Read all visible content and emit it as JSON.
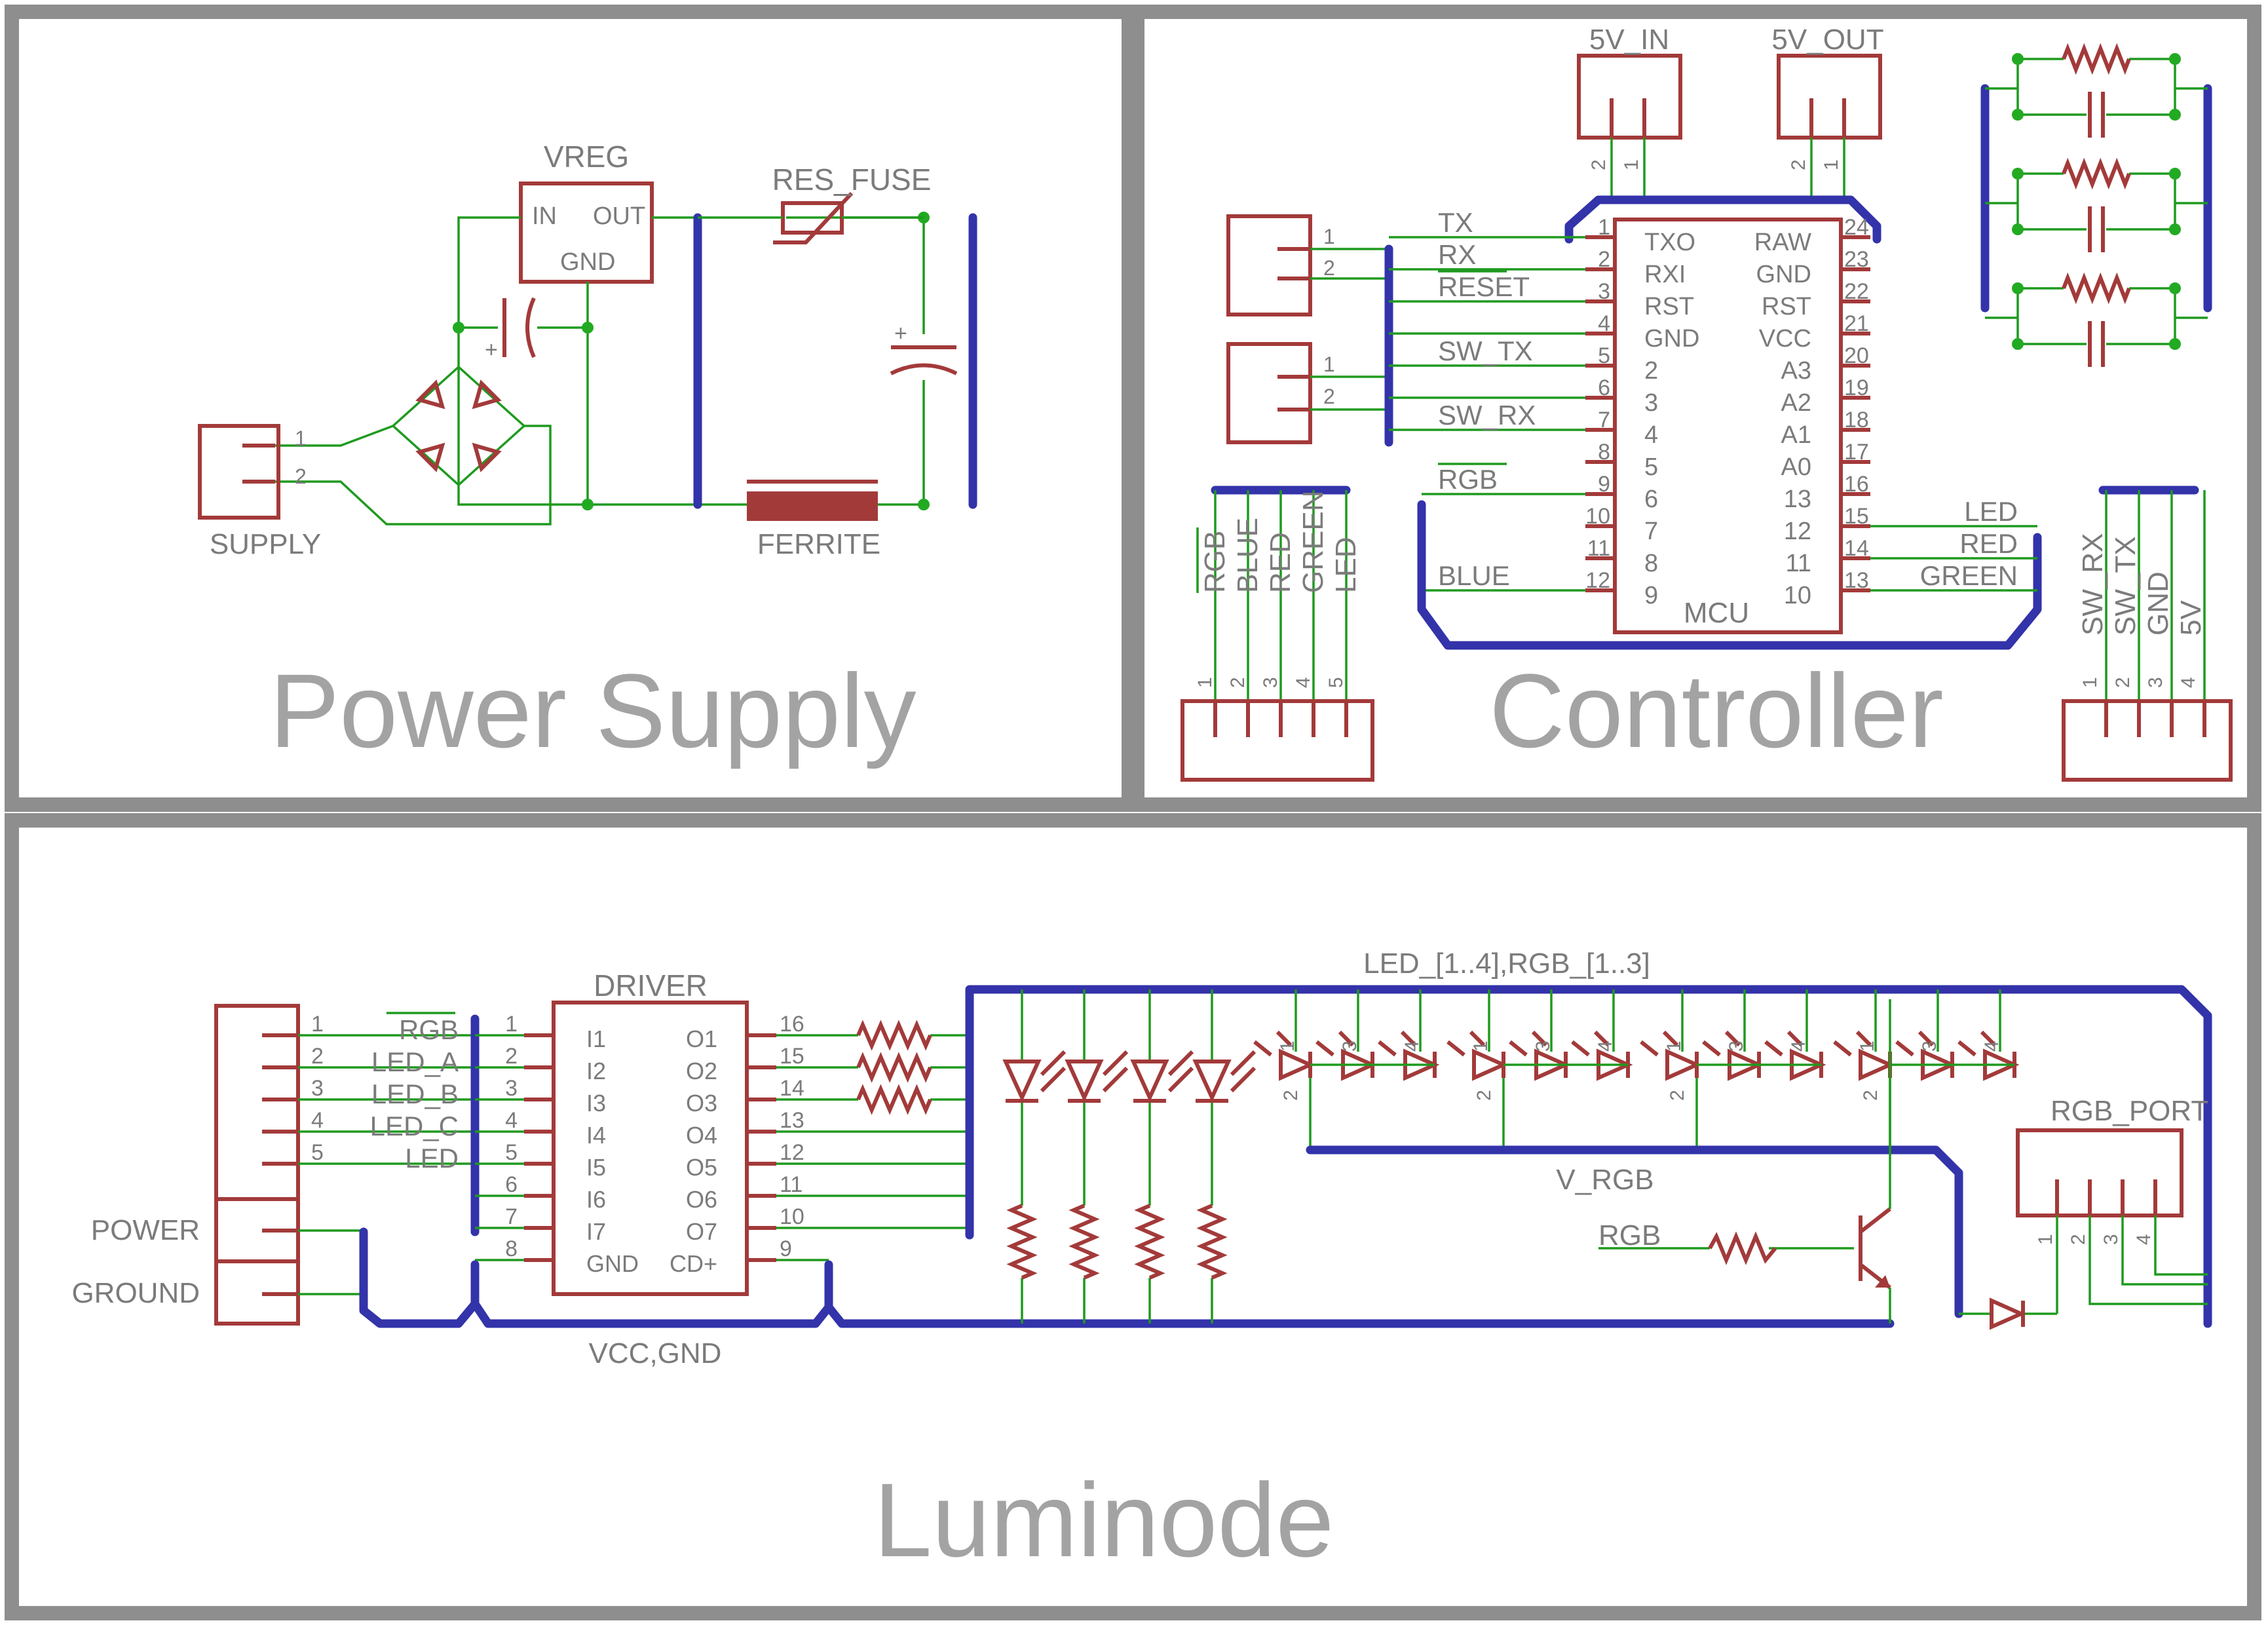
{
  "sections": {
    "power_supply": "Power Supply",
    "controller": "Controller",
    "luminode": "Luminode"
  },
  "power": {
    "vreg": "VREG",
    "vreg_in": "IN",
    "vreg_out": "OUT",
    "vreg_gnd": "GND",
    "res_fuse": "RES_FUSE",
    "ferrite": "FERRITE",
    "supply": "SUPPLY",
    "supply_pins": [
      "1",
      "2"
    ],
    "cap_plus": "+"
  },
  "controller": {
    "conn_5v_in": "5V_IN",
    "conn_5v_out": "5V_OUT",
    "conn_pins": [
      "2",
      "1"
    ],
    "header_pins": [
      "1",
      "2"
    ],
    "net_left": [
      "TX",
      "RX",
      "RESET",
      "",
      "SW_TX",
      "",
      "SW_RX",
      "",
      "RGB",
      "",
      "",
      "BLUE"
    ],
    "net_right": [
      "LED",
      "RED",
      "GREEN"
    ],
    "mcu": "MCU",
    "mcu_left_pin_nums": [
      "1",
      "2",
      "3",
      "4",
      "5",
      "6",
      "7",
      "8",
      "9",
      "10",
      "11",
      "12"
    ],
    "mcu_left_pin_names": [
      "TXO",
      "RXI",
      "RST",
      "GND",
      "2",
      "3",
      "4",
      "5",
      "6",
      "7",
      "8",
      "9"
    ],
    "mcu_right_pin_nums": [
      "24",
      "23",
      "22",
      "21",
      "20",
      "19",
      "18",
      "17",
      "16",
      "15",
      "14",
      "13"
    ],
    "mcu_right_pin_names": [
      "RAW",
      "GND",
      "RST",
      "VCC",
      "A3",
      "A2",
      "A1",
      "A0",
      "13",
      "12",
      "11",
      "10"
    ],
    "rgb_conn_labels": [
      "RGB",
      "BLUE",
      "RED",
      "GREEN",
      "LED"
    ],
    "rgb_conn_pins": [
      "1",
      "2",
      "3",
      "4",
      "5"
    ],
    "sw_conn_labels": [
      "SW_RX",
      "SW_TX",
      "GND",
      "5V"
    ],
    "sw_conn_pins": [
      "1",
      "2",
      "3",
      "4"
    ]
  },
  "luminode": {
    "input_pins": [
      "1",
      "2",
      "3",
      "4",
      "5"
    ],
    "input_nets": [
      "RGB",
      "LED_A",
      "LED_B",
      "LED_C",
      "LED"
    ],
    "power": "POWER",
    "ground": "GROUND",
    "driver": "DRIVER",
    "driver_left_nums": [
      "1",
      "2",
      "3",
      "4",
      "5",
      "6",
      "7",
      "8"
    ],
    "driver_left_names": [
      "I1",
      "I2",
      "I3",
      "I4",
      "I5",
      "I6",
      "I7",
      "GND"
    ],
    "driver_right_nums": [
      "16",
      "15",
      "14",
      "13",
      "12",
      "11",
      "10",
      "9"
    ],
    "driver_right_names": [
      "O1",
      "O2",
      "O3",
      "O4",
      "O5",
      "O6",
      "O7",
      "CD+"
    ],
    "vcc_gnd": "VCC,GND",
    "led_bus": "LED_[1..4],RGB_[1..3]",
    "v_rgb": "V_RGB",
    "rgb_net": "RGB",
    "rgb_port": "RGB_PORT",
    "rgb_port_pins": [
      "1",
      "2",
      "3",
      "4"
    ],
    "rgb_led_pins": [
      "1",
      "3",
      "4"
    ],
    "rgb_led_common": "2"
  }
}
